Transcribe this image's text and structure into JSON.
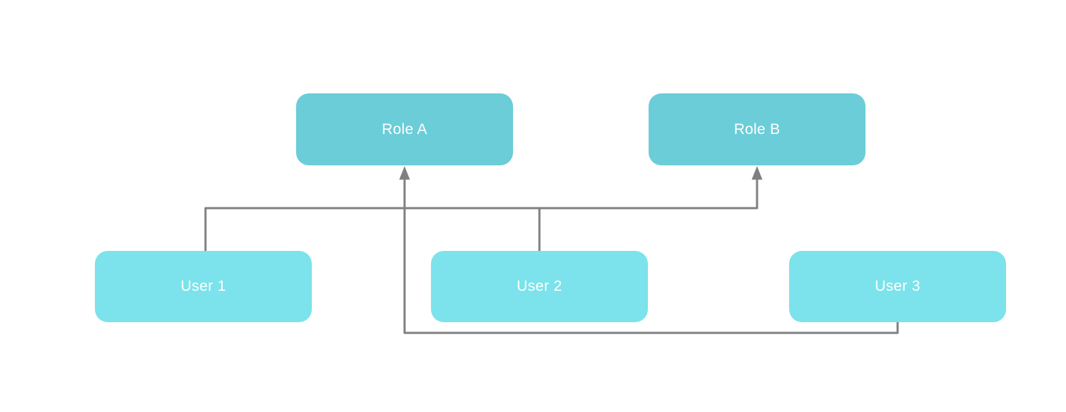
{
  "diagram": {
    "type": "relationship-diagram",
    "background_color": "#ffffff",
    "connector_color": "#808080",
    "role_fill_color": "#6bcdd8",
    "user_fill_color": "#7ce2eb",
    "label_text_color": "#ffffff",
    "nodes": [
      {
        "id": "role-a",
        "type": "role",
        "label": "Role A",
        "fill": "#6bcdd8",
        "text_color": "#ffffff"
      },
      {
        "id": "role-b",
        "type": "role",
        "label": "Role B",
        "fill": "#6bcdd8",
        "text_color": "#ffffff"
      },
      {
        "id": "user-1",
        "type": "user",
        "label": "User 1",
        "fill": "#7ce2eb",
        "text_color": "#ffffff"
      },
      {
        "id": "user-2",
        "type": "user",
        "label": "User 2",
        "fill": "#7ce2eb",
        "text_color": "#ffffff"
      },
      {
        "id": "user-3",
        "type": "user",
        "label": "User 3",
        "fill": "#7ce2eb",
        "text_color": "#ffffff"
      }
    ],
    "edges": [
      {
        "from": "user-1",
        "to": "role-b",
        "style": "elbow",
        "arrowhead": "at-target"
      },
      {
        "from": "user-2",
        "to": "role-b",
        "style": "elbow",
        "arrowhead": "none-joins-shared-rail"
      },
      {
        "from": "user-3",
        "to": "role-a",
        "style": "elbow",
        "arrowhead": "at-target"
      }
    ]
  }
}
